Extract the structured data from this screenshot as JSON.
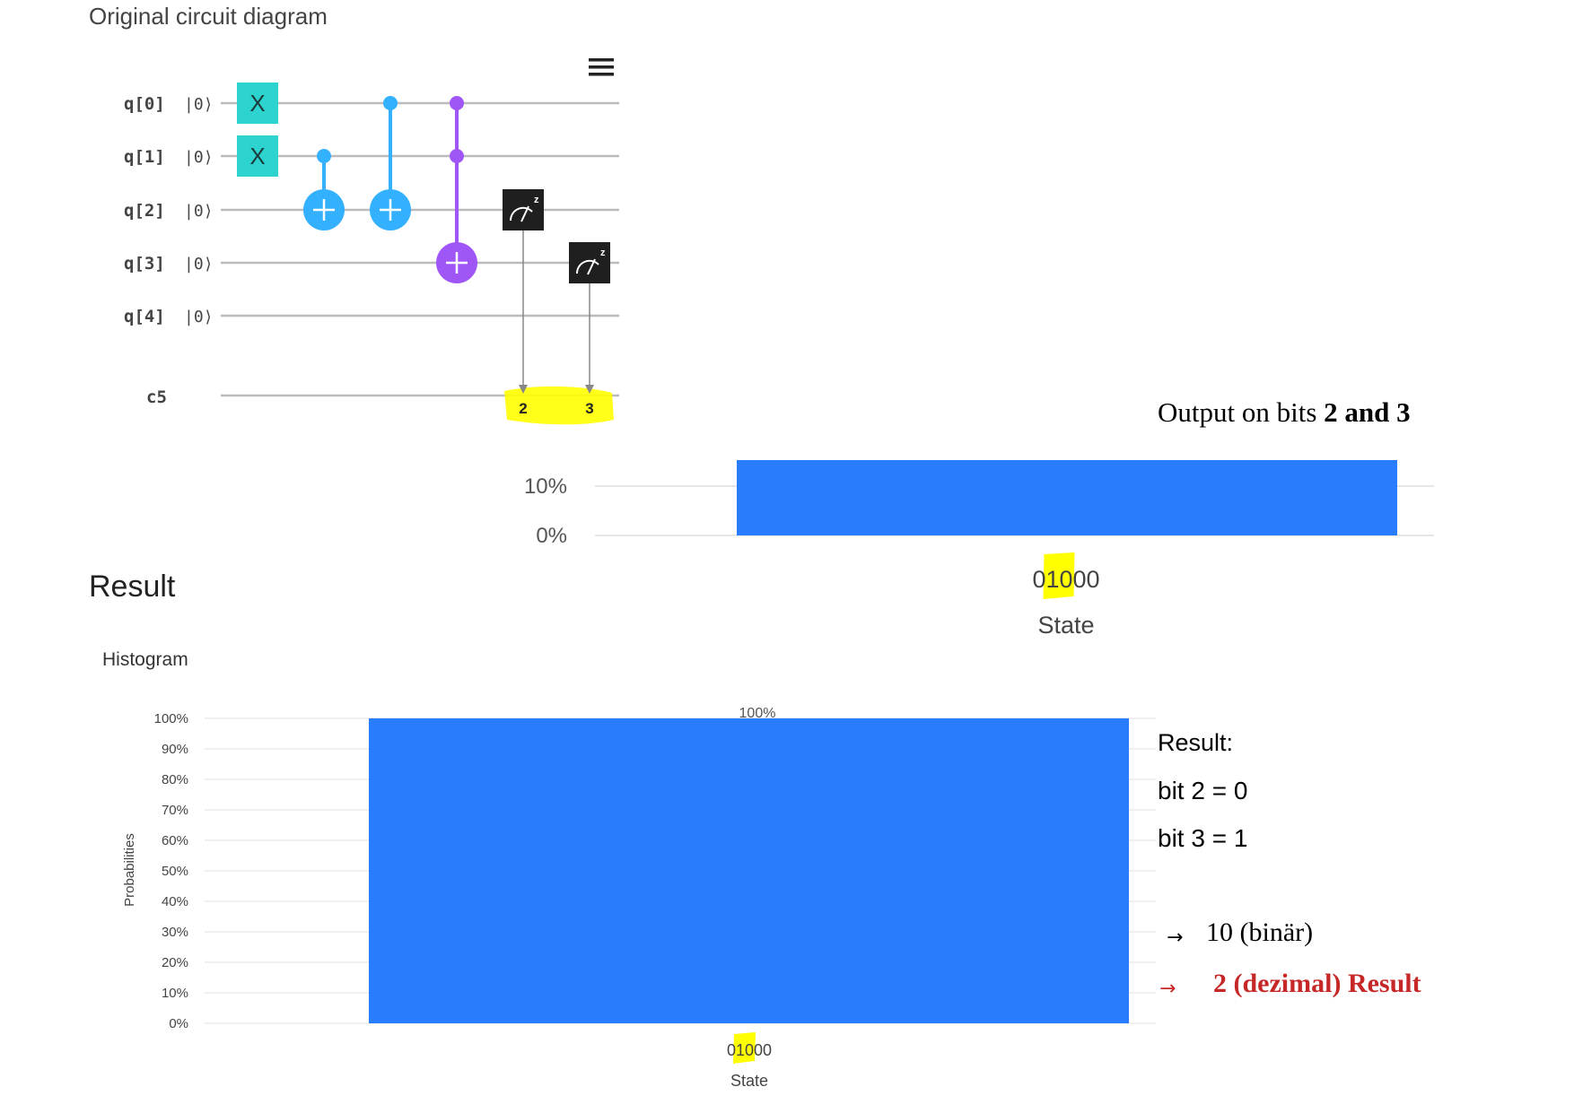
{
  "circuit": {
    "title": "Original circuit diagram",
    "qubits": [
      "q[0]",
      "q[1]",
      "q[2]",
      "q[3]",
      "q[4]"
    ],
    "init_state": "|0⟩",
    "classical_register": "c5",
    "gates": [
      {
        "type": "X",
        "qubit": 0
      },
      {
        "type": "X",
        "qubit": 1
      },
      {
        "type": "CNOT",
        "controls": [
          1
        ],
        "target": 2
      },
      {
        "type": "CNOT",
        "controls": [
          0
        ],
        "target": 2
      },
      {
        "type": "Toffoli",
        "controls": [
          0,
          1
        ],
        "target": 3
      },
      {
        "type": "measure",
        "qubit": 2,
        "bit": "2"
      },
      {
        "type": "measure",
        "qubit": 3,
        "bit": "3"
      }
    ],
    "measure_label": "z",
    "icons": {
      "menu": "hamburger-menu-icon",
      "meter": "measurement-meter-icon"
    },
    "colors": {
      "x_gate": "#2dd4cf",
      "cnot": "#33b1ff",
      "toffoli": "#a056f7",
      "measure": "#1f1f1f",
      "wire": "#bbbbbb",
      "highlight": "#ffff00"
    }
  },
  "annotations": {
    "output_prefix": "Output on bits ",
    "output_bold": "2 and 3",
    "result_label": "Result:",
    "bit2": "bit 2 = 0",
    "bit3": "bit 3 = 1",
    "arrow": "→",
    "binary": "10 (binär)",
    "decimal": "2 (dezimal) Result",
    "decimal_color": "#c62828"
  },
  "result": {
    "heading": "Result",
    "histogram_label": "Histogram"
  },
  "chart_data": [
    {
      "type": "bar",
      "categories": [
        "01000"
      ],
      "values": [
        100
      ],
      "xlabel": "State",
      "ylabel": "",
      "yticks": [
        "0%",
        "10%"
      ],
      "ylim": [
        0,
        10
      ],
      "clipped": true,
      "bar_color": "#2a7cff",
      "highlight": "10"
    },
    {
      "type": "bar",
      "categories": [
        "01000"
      ],
      "values": [
        100
      ],
      "data_labels": [
        "100%"
      ],
      "xlabel": "State",
      "ylabel": "Probabilities",
      "yticks": [
        "0%",
        "10%",
        "20%",
        "30%",
        "40%",
        "50%",
        "60%",
        "70%",
        "80%",
        "90%",
        "100%"
      ],
      "ylim": [
        0,
        100
      ],
      "bar_color": "#2a7cff",
      "highlight": "10"
    }
  ]
}
